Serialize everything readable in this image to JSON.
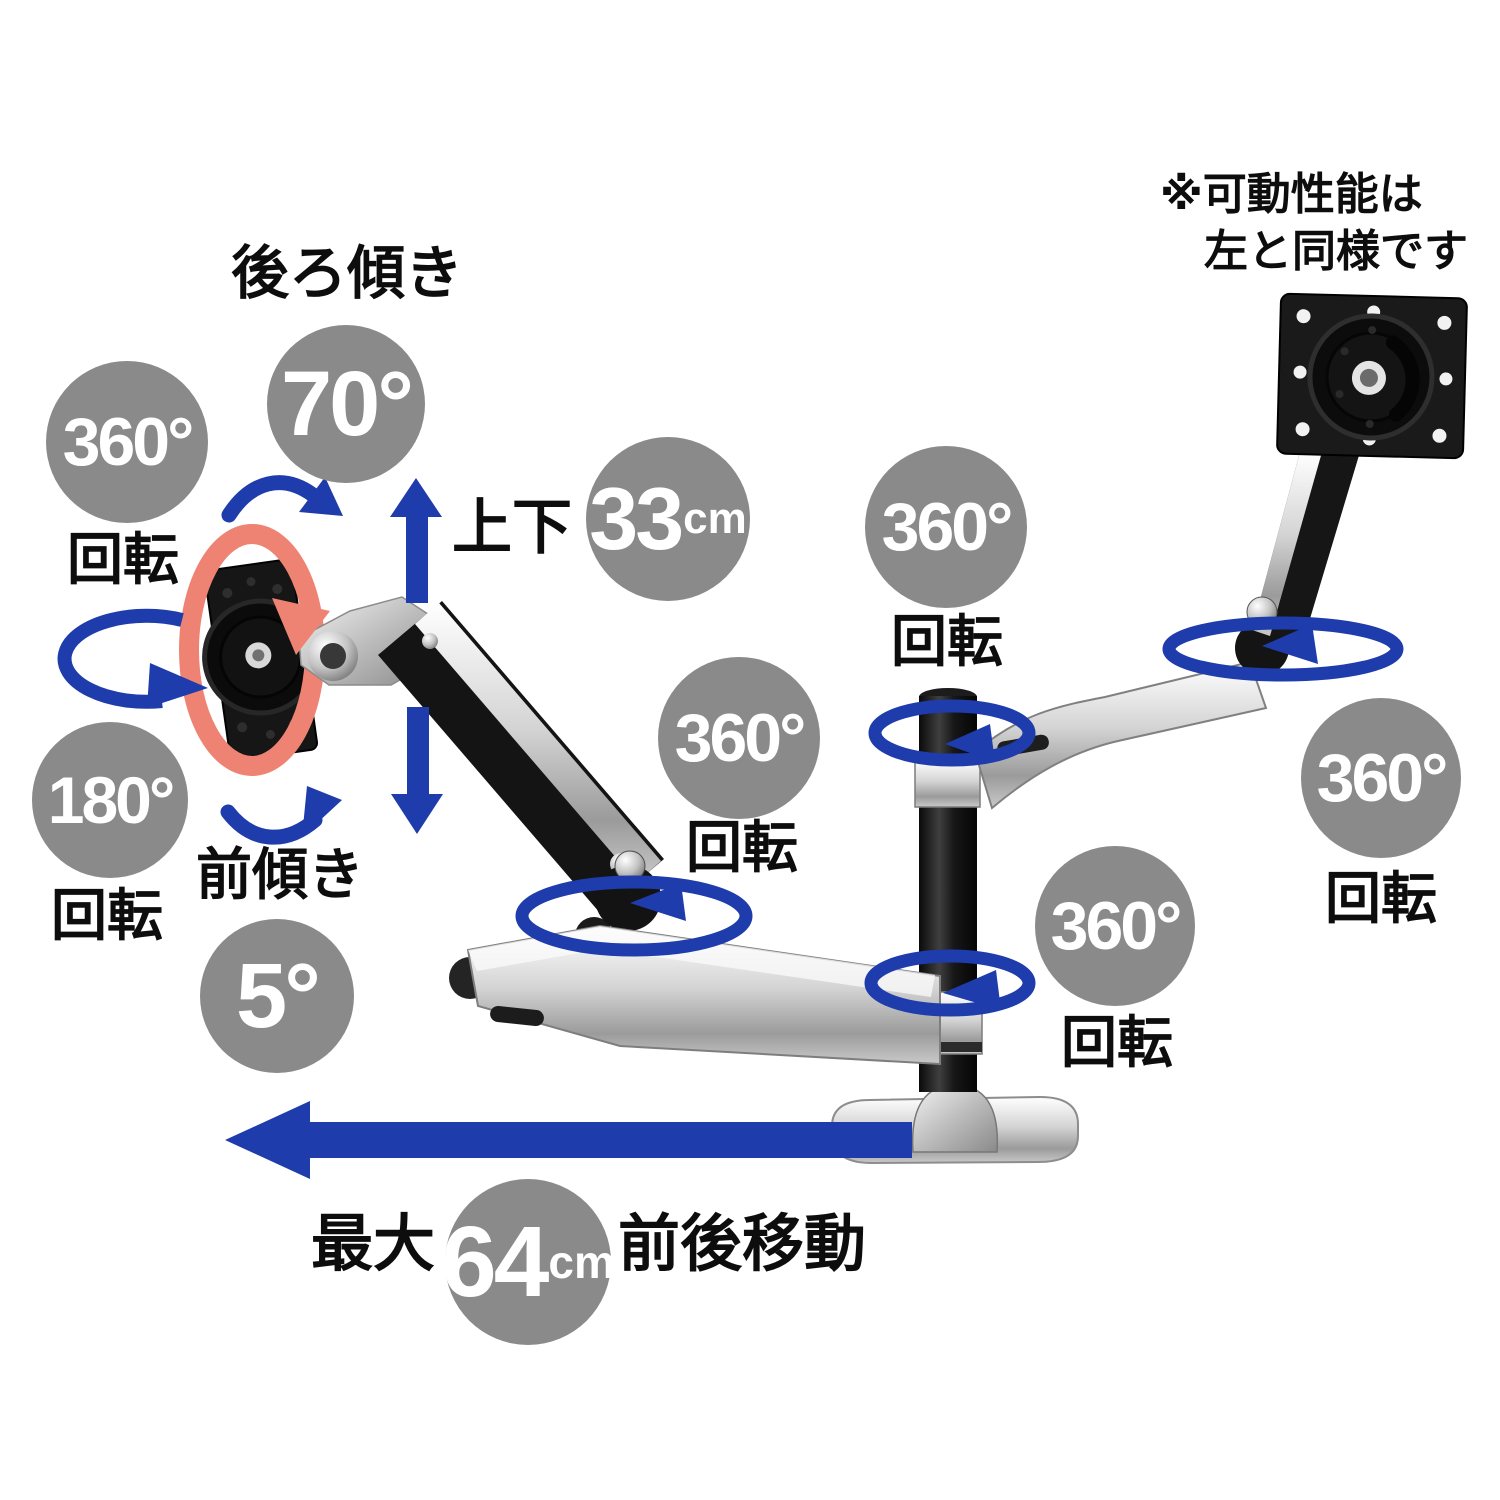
{
  "texts": {
    "back_tilt": "後ろ傾き",
    "up_down": "上下",
    "front_tilt": "前傾き",
    "max_prefix": "最大",
    "max_suffix": "前後移動",
    "note_line1": "※可動性能は",
    "note_line2": "左と同様です"
  },
  "badges": {
    "vesa_rotation": {
      "value": "360°",
      "label": "回転"
    },
    "tilt_back": {
      "value": "70°"
    },
    "lift_range": {
      "value": "33",
      "unit": "cm"
    },
    "pole_top_rotation": {
      "value": "360°",
      "label": "回転"
    },
    "arm_mid_rotation": {
      "value": "360°",
      "label": "回転"
    },
    "right_elbow_rotation": {
      "value": "360°",
      "label": "回転"
    },
    "pole_bottom_rotation": {
      "value": "360°",
      "label": "回転"
    },
    "pan_rotation": {
      "value": "180°",
      "label": "回転"
    },
    "tilt_forward": {
      "value": "5°"
    },
    "reach_range": {
      "value": "64",
      "unit": "cm"
    }
  },
  "colors": {
    "badge_gray": "#8a8a8a",
    "arrow_blue": "#1e3cab",
    "rotation_red": "#ee8373",
    "text_black": "#0d0d0d"
  }
}
